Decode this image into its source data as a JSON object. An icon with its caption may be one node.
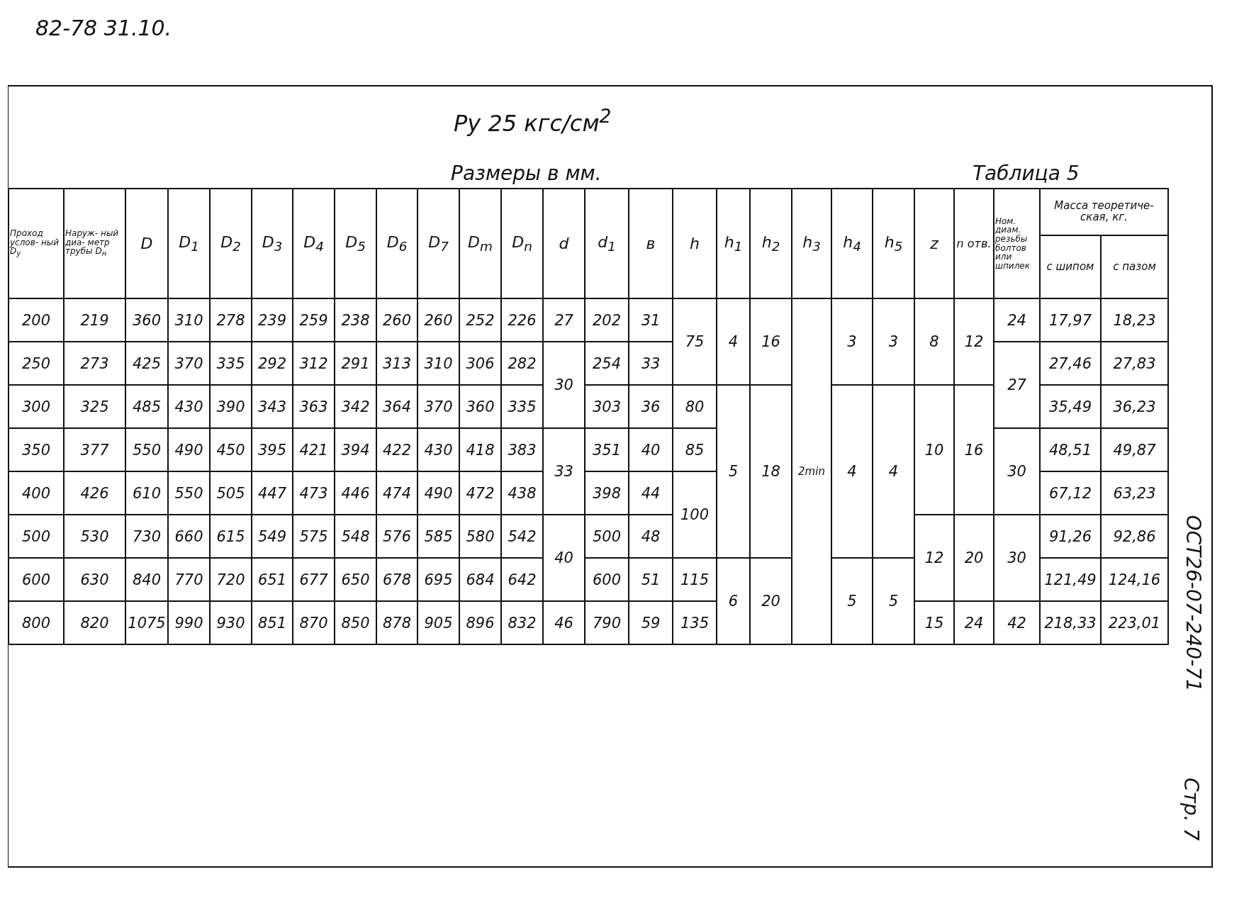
{
  "diagram": {
    "title": "Ру 25 кгс/см$^{2}$",
    "labels": [
      "82-78 31.10.",
      "Размеры в мм.",
      "Таблица 5",
      "Проход услов- ный D$_{у}$",
      "Наруж- ный диа- метр трубы D$_{н}$",
      "D",
      "D$_{1}$",
      "D$_{2}$",
      "D$_{3}$",
      "D$_{4}$",
      "D$_{5}$",
      "D$_{6}$",
      "D$_{7}$",
      "D$_{m}$",
      "D$_{n}$",
      "d",
      "d$_{1}$",
      "в",
      "h",
      "h$_{1}$",
      "h$_{2}$",
      "h$_{3}$",
      "h$_{4}$",
      "h$_{5}$",
      "z",
      "n отв.",
      "Ном. диам. резьбы болтов или шпилек",
      "Масса теоретиче- ская, кг.",
      "с шипом",
      "с пазом",
      "200",
      "219",
      "360",
      "310",
      "278",
      "239",
      "259",
      "238",
      "260",
      "260",
      "252",
      "226",
      "27",
      "202",
      "31",
      "75",
      "4",
      "16",
      "2min",
      "3",
      "3",
      "8",
      "12",
      "24",
      "17,97",
      "18,23",
      "250",
      "273",
      "425",
      "370",
      "335",
      "292",
      "312",
      "291",
      "313",
      "310",
      "306",
      "282",
      "30",
      "254",
      "33",
      "27",
      "27,46",
      "27,83",
      "300",
      "325",
      "485",
      "430",
      "390",
      "343",
      "363",
      "342",
      "364",
      "370",
      "360",
      "335",
      "303",
      "36",
      "80",
      "5",
      "18",
      "4",
      "4",
      "10",
      "16",
      "35,49",
      "36,23",
      "350",
      "377",
      "550",
      "490",
      "450",
      "395",
      "421",
      "394",
      "422",
      "430",
      "418",
      "383",
      "33",
      "351",
      "40",
      "85",
      "30",
      "48,51",
      "49,87",
      "400",
      "426",
      "610",
      "550",
      "505",
      "447",
      "473",
      "446",
      "474",
      "490",
      "472",
      "438",
      "398",
      "44",
      "100",
      "67,12",
      "63,23",
      "500",
      "530",
      "730",
      "660",
      "615",
      "549",
      "575",
      "548",
      "576",
      "585",
      "580",
      "542",
      "40",
      "500",
      "48",
      "12",
      "20",
      "30",
      "91,26",
      "92,86",
      "600",
      "630",
      "840",
      "770",
      "720",
      "651",
      "677",
      "650",
      "678",
      "695",
      "684",
      "642",
      "600",
      "51",
      "115",
      "6",
      "20",
      "5",
      "5",
      "121,49",
      "124,16",
      "800",
      "820",
      "1075",
      "990",
      "930",
      "851",
      "870",
      "850",
      "878",
      "905",
      "896",
      "832",
      "46",
      "790",
      "59",
      "135",
      "15",
      "24",
      "42",
      "218,33",
      "223,01",
      "ОСТ26-07-240-71",
      "Стр. 7"
    ]
  }
}
